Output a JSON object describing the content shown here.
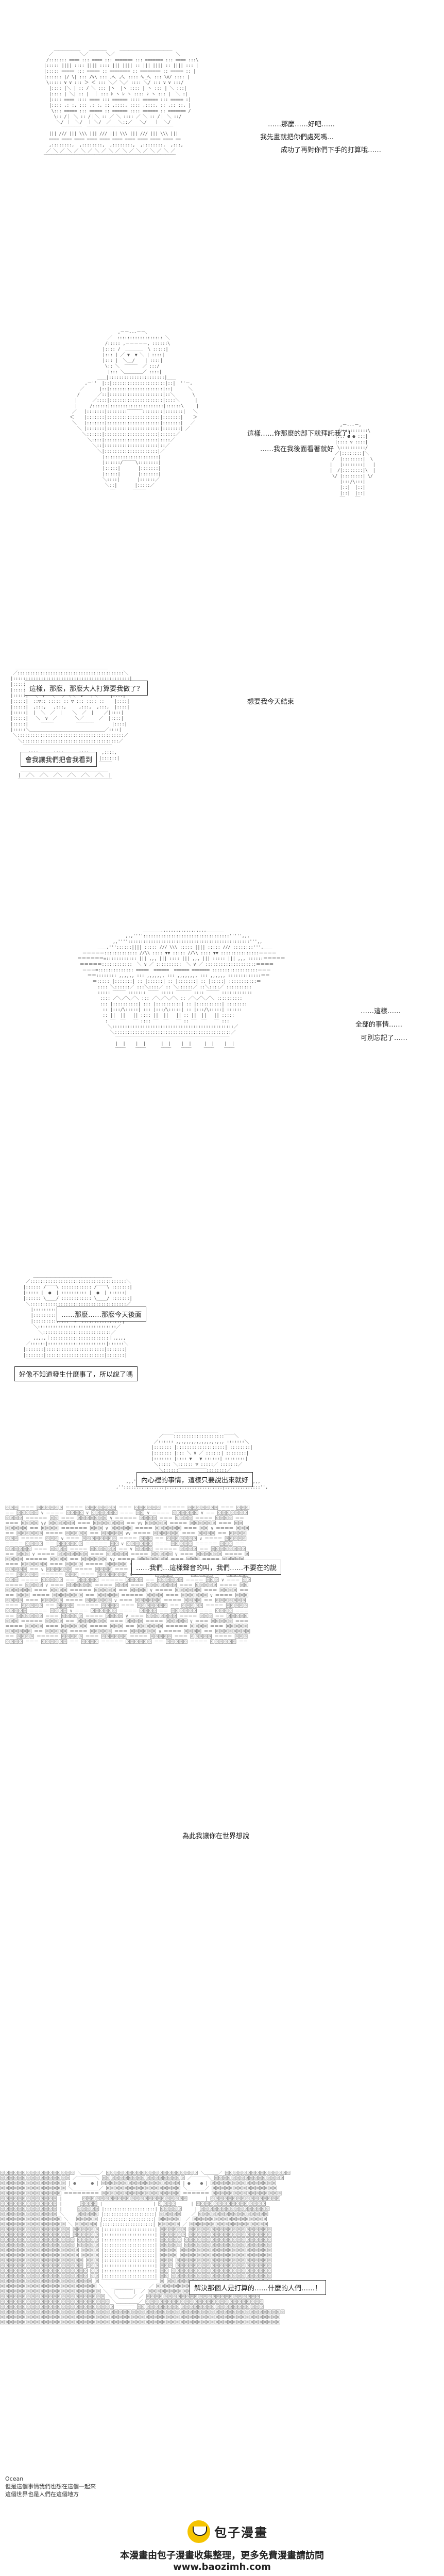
{
  "panel1": {
    "captions": [
      "……那麼……好吧……",
      "我先畫就把你們處死嗎…",
      "成功了再對你們下手的打算哦……"
    ]
  },
  "panel2": {
    "captions": [
      "這樣……你那麼的部下就拜託我了！",
      "……我在我後面看著就好"
    ]
  },
  "panel3": {
    "box_top": "這樣，那麼，那麼大人打算要我做了？",
    "box_bottom": "會我讓我們把會我看到",
    "caption_side": "想要我今天結束"
  },
  "panel4": {
    "captions": [
      "……這樣……",
      "全部的事情……",
      "可別忘記了……"
    ]
  },
  "panel5": {
    "box_top": "……那麼……那麼今天後面",
    "box_bottom": "好像不知道發生什麼事了，所以說了嗎"
  },
  "panel6": {
    "box_top": "內心裡的事情，這樣只要說出來就好",
    "box_bottom": "……我們…這樣聲音的叫，我們……不要在的說"
  },
  "panel7": {
    "caption": "為此我讓你在世界想說"
  },
  "panel8": {
    "box": "解決那個人是打算的……什麼的人們……！",
    "notes": [
      "Ocean",
      "但是這個事情我們也想在這個一起來",
      "這個世界也是人們在這個地方"
    ]
  },
  "footer": {
    "brand": "包子漫畫",
    "tagline": "本漫畫由包子漫畫收集整理，更多免費漫畫請訪問",
    "url": "www.baozimh.com"
  }
}
